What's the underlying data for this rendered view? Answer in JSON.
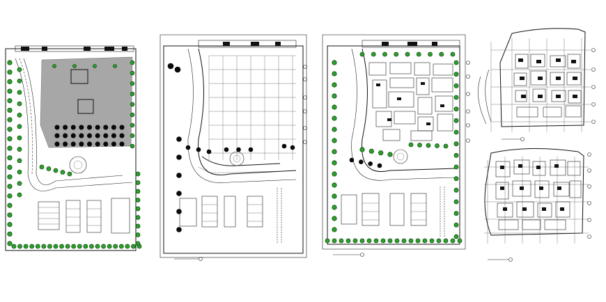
{
  "drawing": {
    "background": "#ffffff",
    "line_color": "#111111",
    "tree_color": "#2f9e2f",
    "sheets": [
      {
        "id": "site-plan-landscape",
        "kind": "site plan with landscaping"
      },
      {
        "id": "site-plan-grid",
        "kind": "site plan with structural grid"
      },
      {
        "id": "site-plan-furnished",
        "kind": "site plan with interior layout"
      },
      {
        "id": "floor-plan-upper",
        "kind": "floor plan"
      },
      {
        "id": "floor-plan-lower",
        "kind": "floor plan"
      }
    ]
  }
}
